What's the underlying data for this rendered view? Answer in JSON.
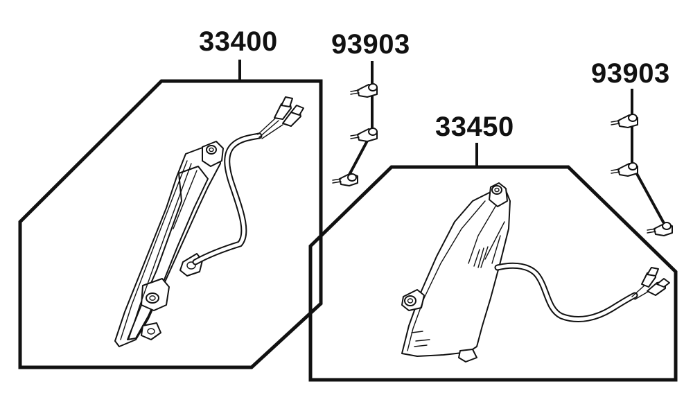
{
  "parts": {
    "left_lamp": {
      "number": "33400"
    },
    "left_screws": {
      "number": "93903"
    },
    "right_lamp": {
      "number": "33450"
    },
    "right_screws": {
      "number": "93903"
    }
  }
}
